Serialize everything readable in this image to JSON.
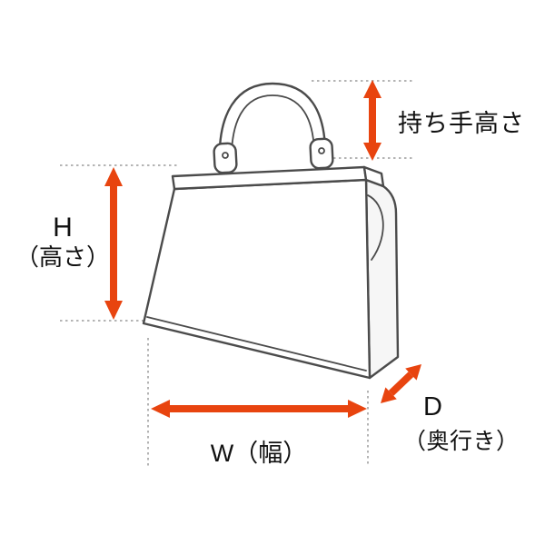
{
  "diagram": {
    "labels": {
      "handle_height": "持ち手高さ",
      "height_symbol": "H",
      "height_name": "（高さ）",
      "width": "W（幅）",
      "depth_symbol": "D",
      "depth_name": "（奥行き）"
    },
    "colors": {
      "arrow": "#e8440f",
      "outline": "#4b4b4b",
      "dash": "#9b9b9b",
      "text": "#111111",
      "background": "#ffffff"
    }
  }
}
